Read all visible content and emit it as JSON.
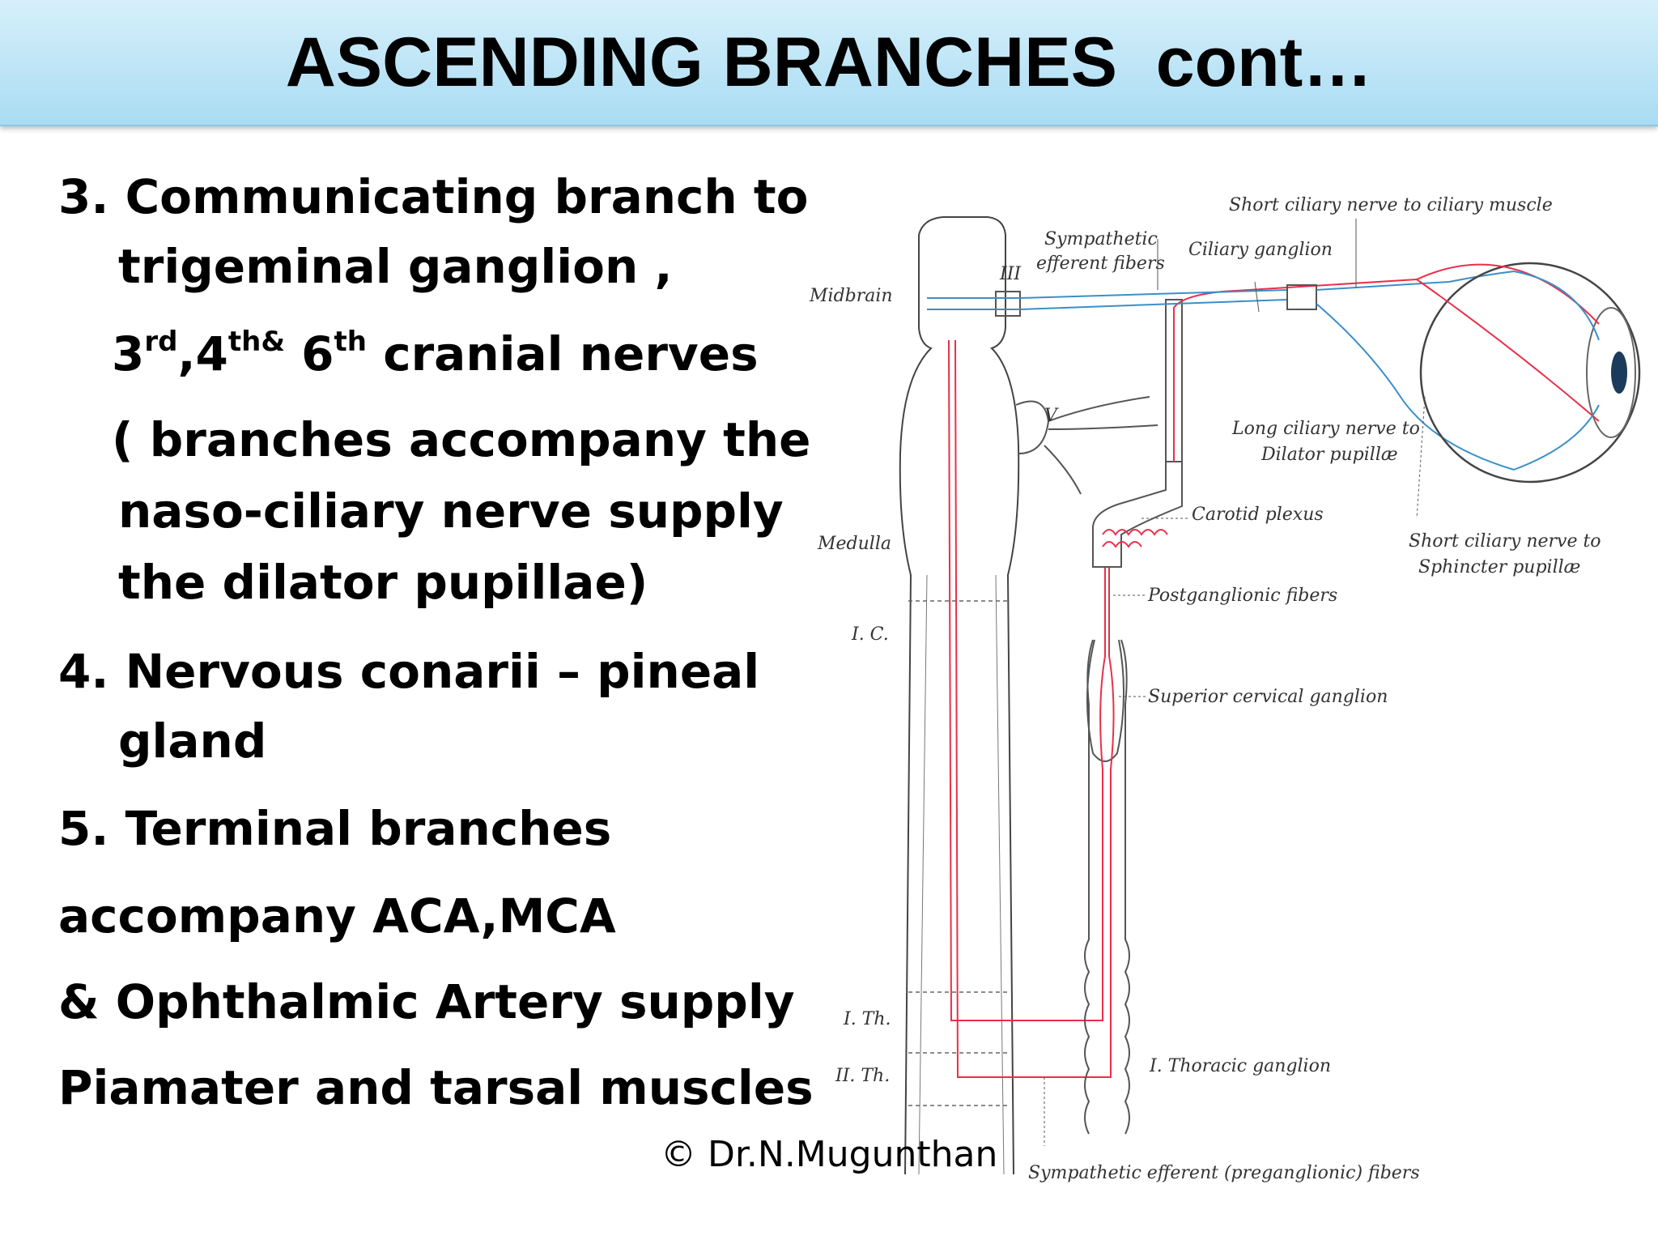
{
  "header": {
    "title": "ASCENDING BRANCHES  cont…"
  },
  "body": {
    "item3_line1": "3. Communicating branch to",
    "item3_line2": "trigeminal ganglion ,",
    "item3_line3_a": "3",
    "item3_line3_a_sup": "rd",
    "item3_line3_b": ",4",
    "item3_line3_b_sup": "th&",
    "item3_line3_c": " 6",
    "item3_line3_c_sup": "th",
    "item3_line3_d": " cranial nerves",
    "item3_line4": "( branches accompany the",
    "item3_line5": "naso-ciliary nerve supply",
    "item3_line6": "the dilator pupillae)",
    "item4_line1": "4. Nervous conarii – pineal",
    "item4_line2": "gland",
    "item5_line1": "5. Terminal branches",
    "item5_line2": "accompany ACA,MCA",
    "item5_line3": "& Ophthalmic Artery supply",
    "item5_line4": "Piamater and tarsal muscles"
  },
  "footer": {
    "copyright": "© Dr.N.Mugunthan"
  },
  "figure": {
    "labels": {
      "midbrain": "Midbrain",
      "medulla": "Medulla",
      "ic": "I. C.",
      "ith": "I. Th.",
      "iith": "II. Th.",
      "iii": "III",
      "v": "V",
      "sympathetic_efferent_1": "Sympathetic",
      "sympathetic_efferent_2": "efferent fibers",
      "ciliary_ganglion": "Ciliary ganglion",
      "short_ciliary_muscle": "Short ciliary nerve to ciliary muscle",
      "long_ciliary_1": "Long ciliary nerve to",
      "long_ciliary_2": "Dilator pupillæ",
      "carotid_plexus": "Carotid plexus",
      "short_ciliary_sphincter_1": "Short ciliary nerve to",
      "short_ciliary_sphincter_2": "Sphincter pupillæ",
      "postganglionic": "Postganglionic fibers",
      "superior_cervical": "Superior cervical ganglion",
      "thoracic_ganglion": "I. Thoracic ganglion",
      "preganglionic": "Sympathetic efferent (preganglionic) fibers"
    },
    "colors": {
      "red_nerve": "#e8304a",
      "blue_nerve": "#3a8fc8",
      "outline": "#444444"
    }
  }
}
